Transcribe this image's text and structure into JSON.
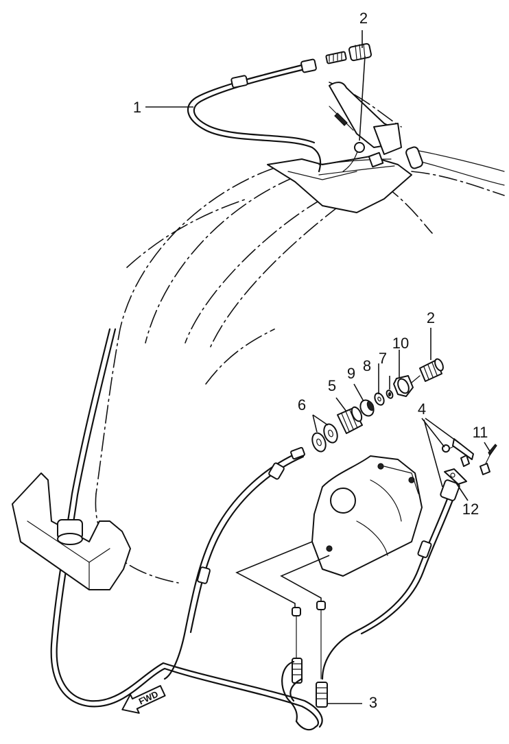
{
  "callouts": {
    "part_1": "1",
    "part_2_top": "2",
    "part_2_right": "2",
    "part_3": "3",
    "part_4": "4",
    "part_5": "5",
    "part_6": "6",
    "part_7": "7",
    "part_8": "8",
    "part_9": "9",
    "part_10": "10",
    "part_11": "11",
    "part_12": "12"
  },
  "direction_badge": {
    "text": "FWD"
  }
}
